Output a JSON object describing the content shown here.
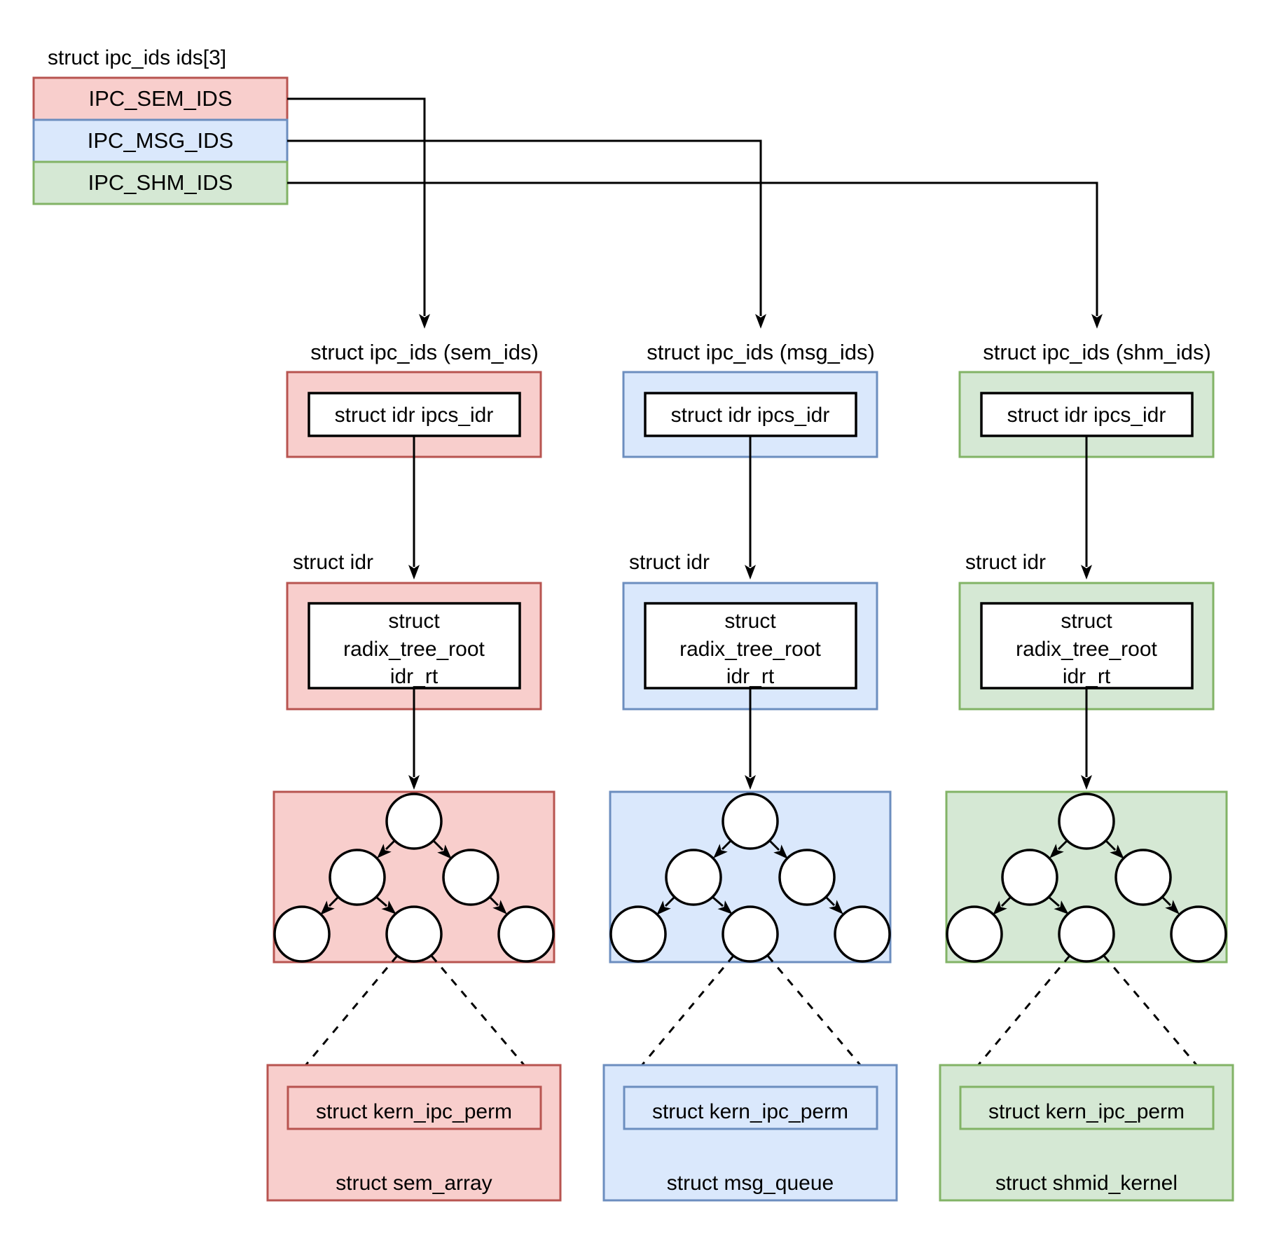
{
  "legend": {
    "title": "struct ipc_ids ids[3]",
    "rows": [
      {
        "label": "IPC_SEM_IDS",
        "fill": "#f8cecc",
        "stroke": "#b85450"
      },
      {
        "label": "IPC_MSG_IDS",
        "fill": "#dae8fc",
        "stroke": "#6c8ebf"
      },
      {
        "label": "IPC_SHM_IDS",
        "fill": "#d5e8d4",
        "stroke": "#82b366"
      }
    ]
  },
  "connector_color": "#000000",
  "columns": [
    {
      "id": "sem",
      "header": "struct ipc_ids (sem_ids)",
      "fill": "#f8cecc",
      "stroke": "#b85450",
      "ipcs_idr_label": "struct idr ipcs_idr",
      "idr_label": "struct idr",
      "radix_lines": [
        "struct",
        "radix_tree_root",
        "idr_rt"
      ],
      "kern_label": "struct kern_ipc_perm",
      "bottom_label": "struct sem_array"
    },
    {
      "id": "msg",
      "header": "struct ipc_ids (msg_ids)",
      "fill": "#dae8fc",
      "stroke": "#6c8ebf",
      "ipcs_idr_label": "struct idr ipcs_idr",
      "idr_label": "struct idr",
      "radix_lines": [
        "struct",
        "radix_tree_root",
        "idr_rt"
      ],
      "kern_label": "struct kern_ipc_perm",
      "bottom_label": "struct msg_queue"
    },
    {
      "id": "shm",
      "header": "struct ipc_ids (shm_ids)",
      "fill": "#d5e8d4",
      "stroke": "#82b366",
      "ipcs_idr_label": "struct idr ipcs_idr",
      "idr_label": "struct idr",
      "radix_lines": [
        "struct",
        "radix_tree_root",
        "idr_rt"
      ],
      "kern_label": "struct kern_ipc_perm",
      "bottom_label": "struct shmid_kernel"
    }
  ]
}
